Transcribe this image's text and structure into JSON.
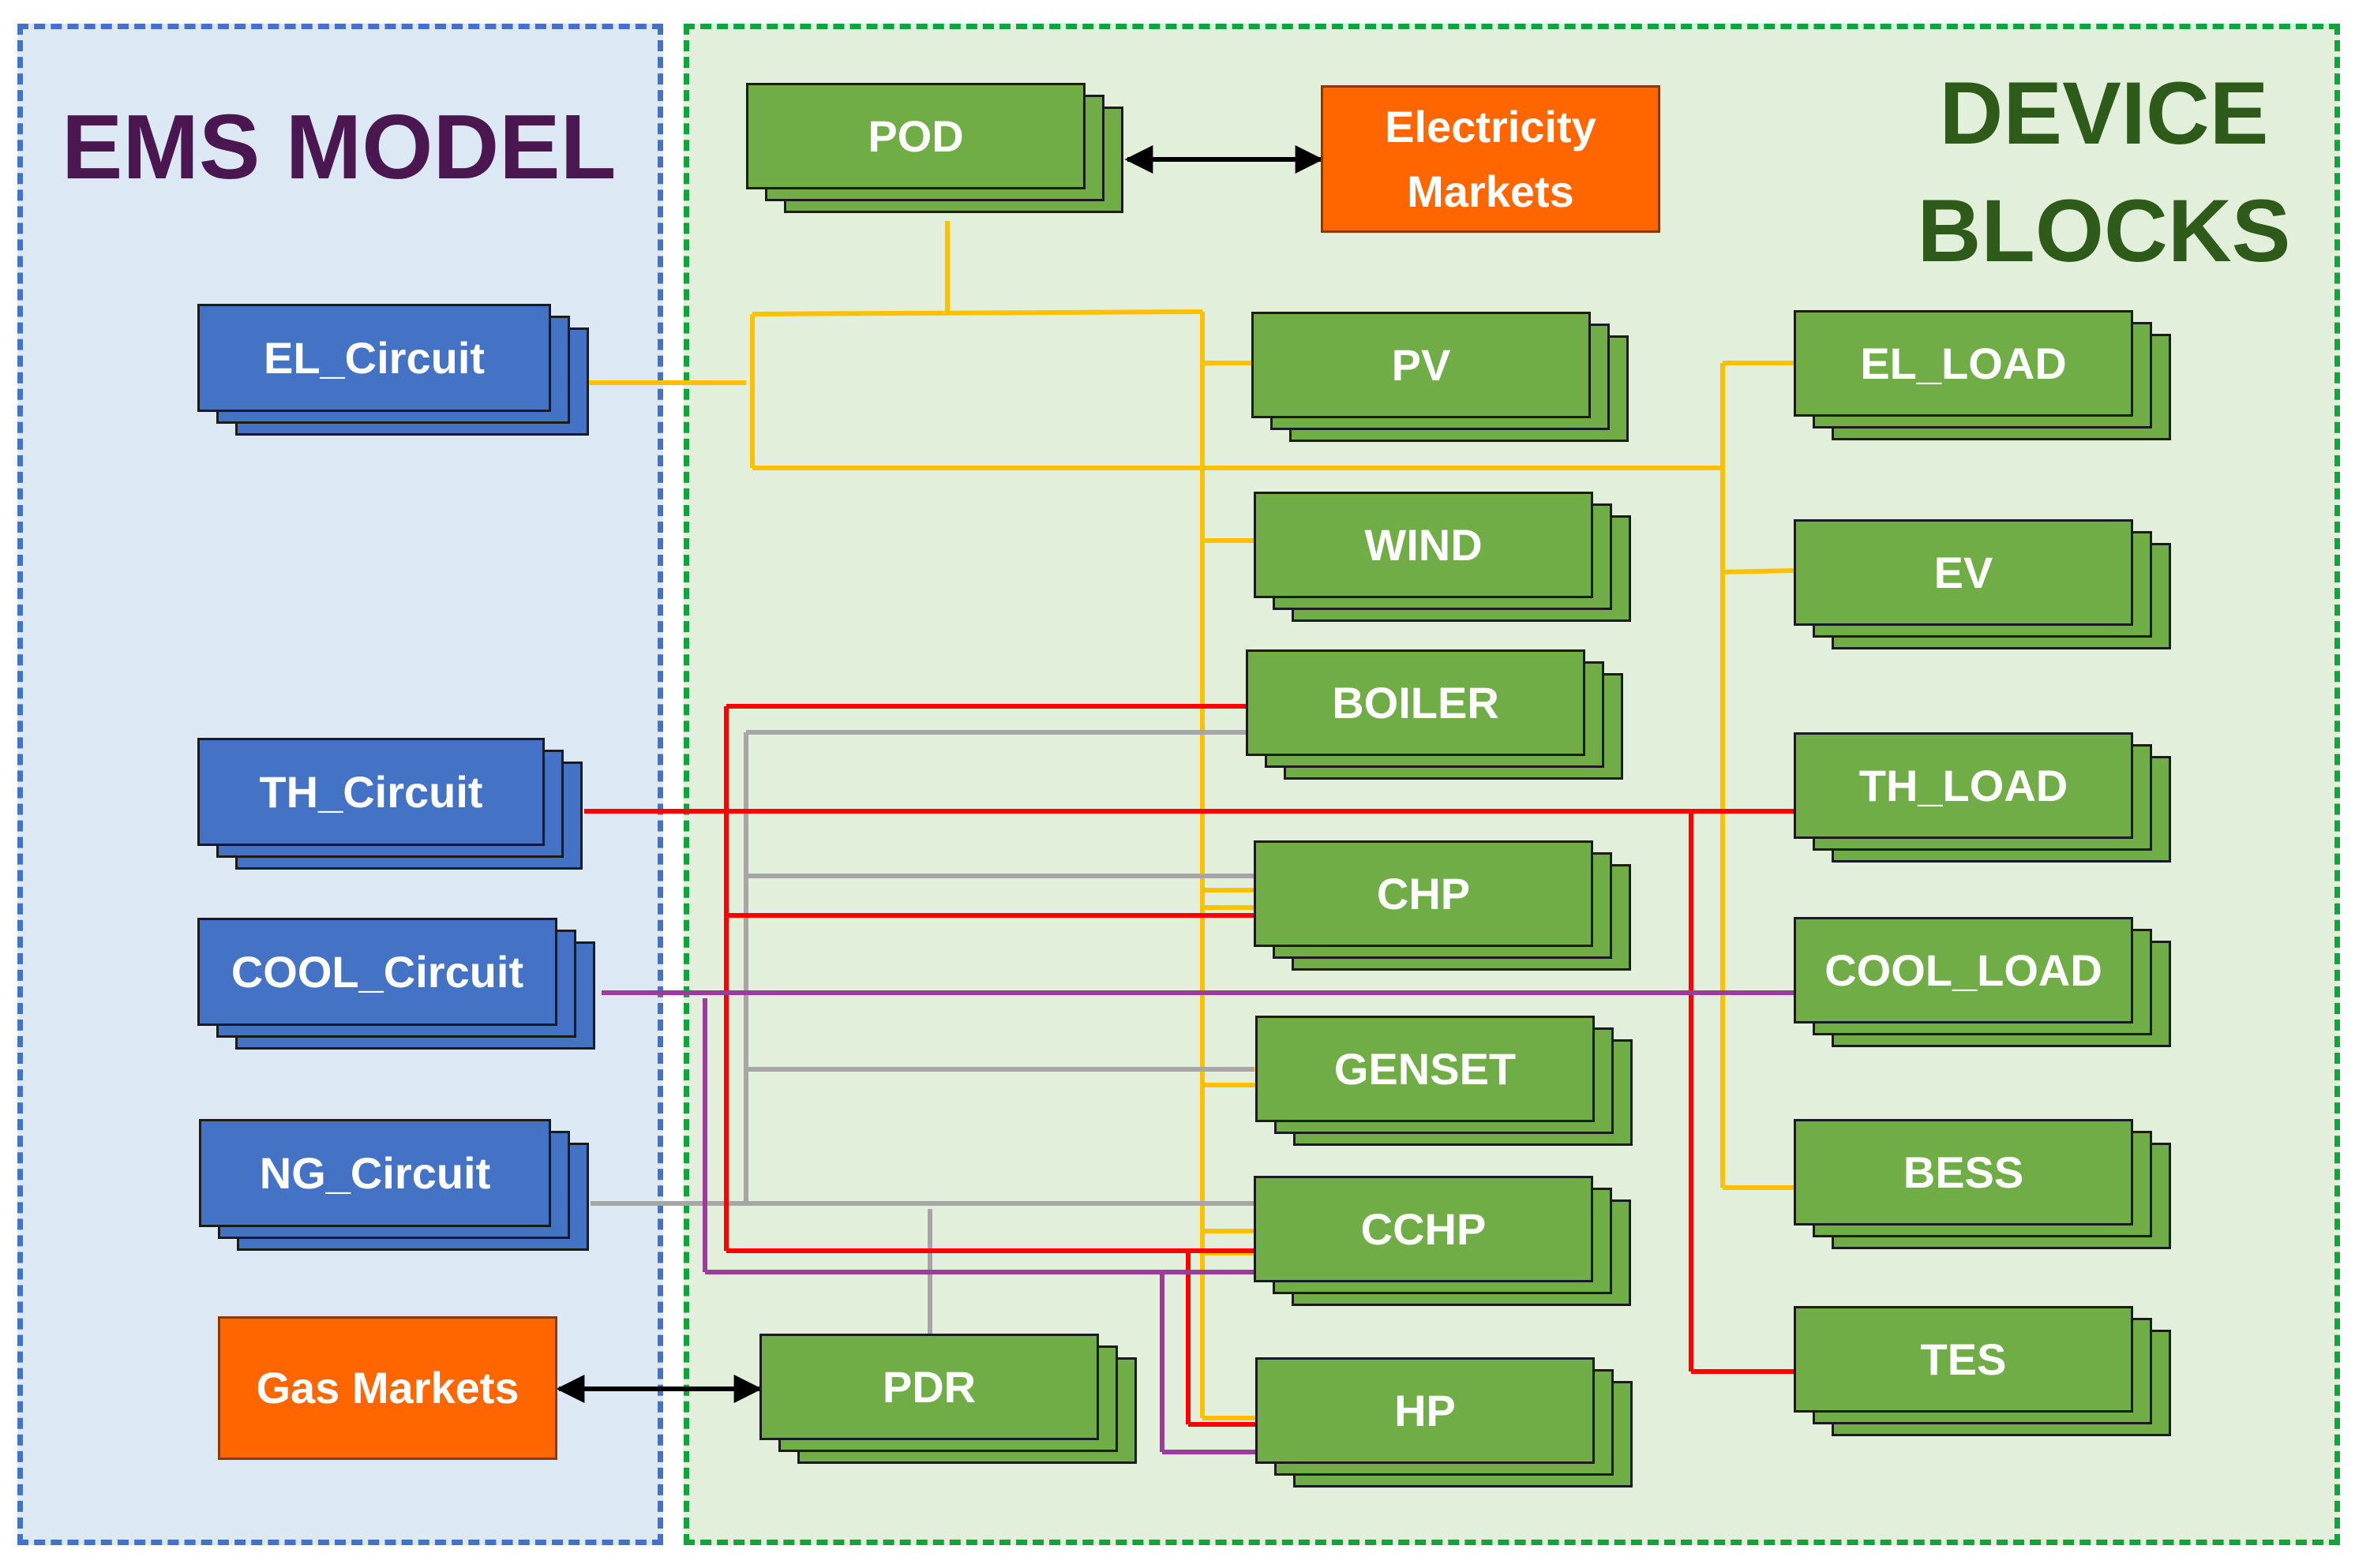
{
  "panels": {
    "ems_title": "EMS MODEL",
    "device_title": "DEVICE BLOCKS"
  },
  "circuits": {
    "el": "EL_Circuit",
    "th": "TH_Circuit",
    "cool": "COOL_Circuit",
    "ng": "NG_Circuit"
  },
  "markets": {
    "electricity": "Electricity Markets",
    "gas": "Gas Markets"
  },
  "devices": {
    "pod": "POD",
    "pv": "PV",
    "wind": "WIND",
    "boiler": "BOILER",
    "chp": "CHP",
    "genset": "GENSET",
    "cchp": "CCHP",
    "hp": "HP",
    "pdr": "PDR",
    "el_load": "EL_LOAD",
    "ev": "EV",
    "th_load": "TH_LOAD",
    "cool_load": "COOL_LOAD",
    "bess": "BESS",
    "tes": "TES"
  },
  "colors": {
    "electric": "#ffc000",
    "thermal": "#ff0000",
    "cooling": "#9b3c9b",
    "gas": "#a6a6a6",
    "ems_border": "#4472c4",
    "device_border": "#12a33c",
    "block_blue": "#4472c4",
    "block_green": "#70ad47",
    "market_orange": "#ff6600"
  }
}
